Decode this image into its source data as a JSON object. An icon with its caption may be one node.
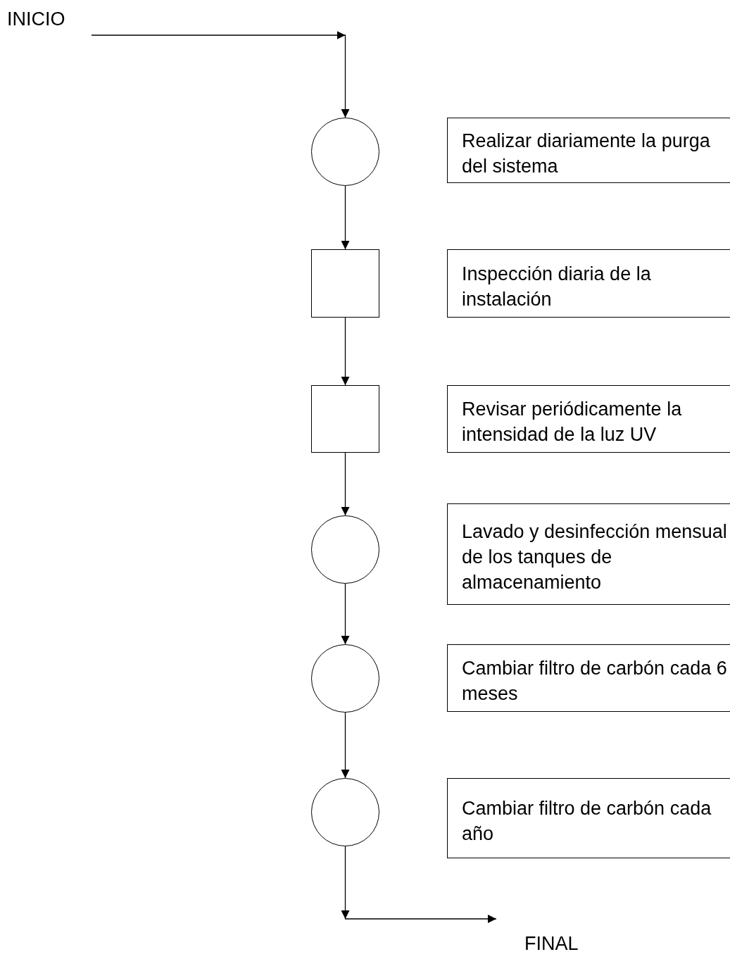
{
  "diagram": {
    "nodes": [
      {
        "text": [
          "INICIO"
        ]
      },
      {
        "text": [],
        "shape": "circle"
      },
      {
        "text": [
          "Realizar diariamente la purga del sistema"
        ]
      },
      {
        "text": [],
        "shape": "box"
      },
      {
        "text": [
          "Inspección diaria de la instalación"
        ]
      },
      {
        "text": [],
        "shape": "box"
      },
      {
        "text": [
          "Revisar periódicamente la intensidad de la luz UV"
        ]
      },
      {
        "text": [],
        "shape": "circle"
      },
      {
        "text": [
          "Lavado y desinfección mensual de los tanques de almacenamiento"
        ]
      },
      {
        "text": [],
        "shape": "circle"
      },
      {
        "text": [
          "Cambiar filtro de carbón cada 6 meses"
        ]
      },
      {
        "text": [],
        "shape": "circle"
      },
      {
        "text": [
          "Cambiar filtro de carbón cada año"
        ]
      },
      {
        "text": [
          "FINAL"
        ]
      }
    ],
    "edges": [
      {
        "from": 0,
        "to": 1,
        "arrow": "to"
      },
      {
        "from": 1,
        "to": 3,
        "arrow": "to"
      },
      {
        "from": 3,
        "to": 5,
        "arrow": "to"
      },
      {
        "from": 5,
        "to": 7,
        "arrow": "to"
      },
      {
        "from": 7,
        "to": 9,
        "arrow": "to"
      },
      {
        "from": 9,
        "to": 11,
        "arrow": "to"
      },
      {
        "from": 11,
        "to": 13,
        "arrow": "to"
      }
    ]
  }
}
